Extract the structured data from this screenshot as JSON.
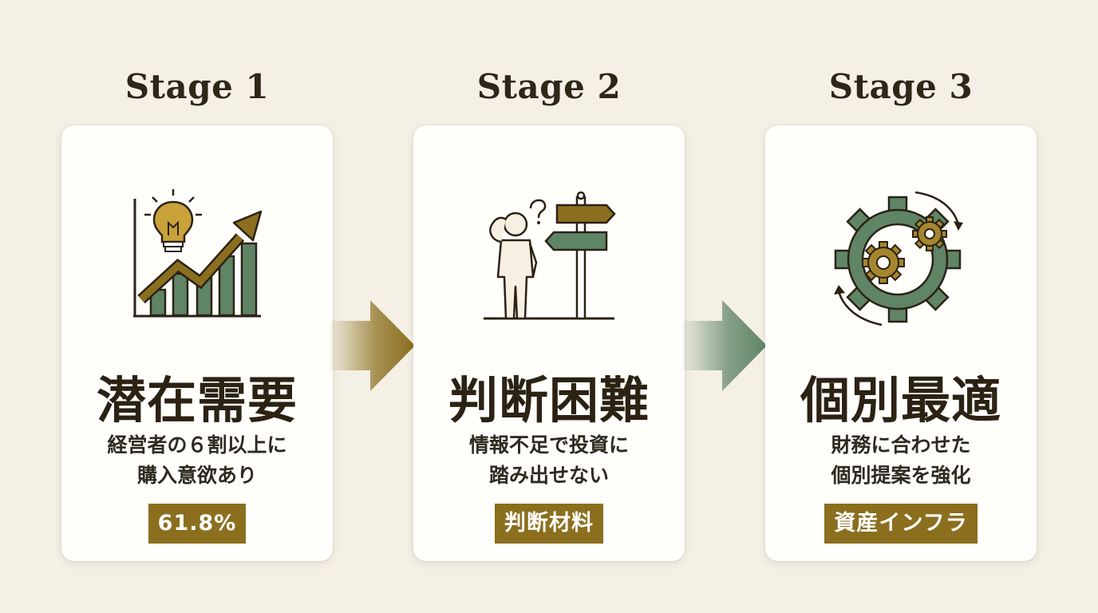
{
  "colors": {
    "background": "#f4f0e6",
    "card": "#fffefb",
    "gold": "#8b6f1f",
    "green": "#5f8466",
    "text": "#2b2214"
  },
  "stages": [
    {
      "label": "Stage 1",
      "icon": "growth-chart-lightbulb-icon",
      "title": "潜在需要",
      "desc": [
        "経営者の６割以上に",
        "購入意欲あり"
      ],
      "badge": "61.8%"
    },
    {
      "label": "Stage 2",
      "icon": "confused-person-signpost-icon",
      "title": "判断困難",
      "desc": [
        "情報不足で投資に",
        "踏み出せない"
      ],
      "badge": "判断材料"
    },
    {
      "label": "Stage 3",
      "icon": "gears-cycle-icon",
      "title": "個別最適",
      "desc": [
        "財務に合わせた",
        "個別提案を強化"
      ],
      "badge": "資産インフラ"
    }
  ]
}
